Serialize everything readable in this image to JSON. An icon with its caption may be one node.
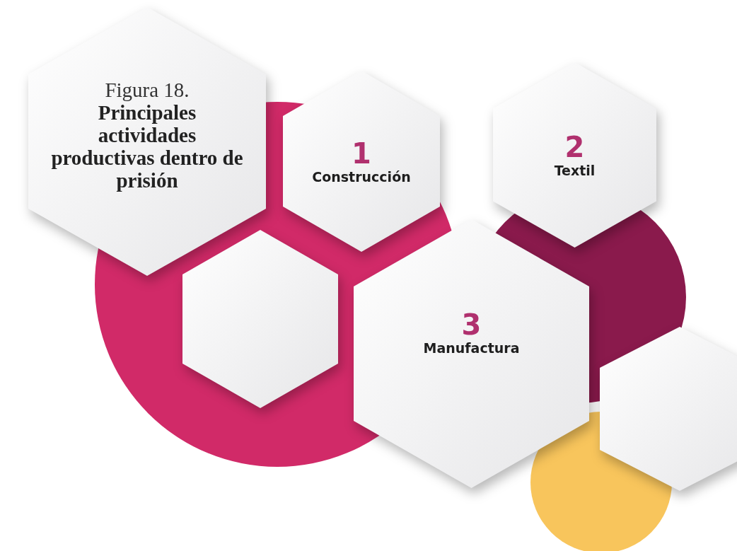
{
  "diagram": {
    "nodes": [
      {
        "text": [
          "Figura 18.",
          "Principales actividades productivas dentro de prisión"
        ]
      },
      {
        "text": [
          "1",
          "Construcción"
        ]
      },
      {
        "text": [
          "2",
          "Textil"
        ]
      },
      {
        "text": [],
        "shape": "hexagon"
      },
      {
        "text": [
          "3",
          "Manufactura"
        ]
      },
      {
        "text": [],
        "shape": "hexagon"
      }
    ]
  }
}
